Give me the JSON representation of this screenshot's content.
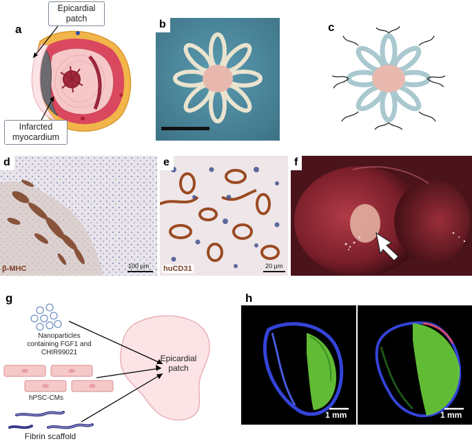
{
  "panels": {
    "a": {
      "letter": "a",
      "callout_top": "Epicardial patch",
      "callout_bottom": "Infarcted myocardium"
    },
    "b": {
      "letter": "b"
    },
    "c": {
      "letter": "c"
    },
    "d": {
      "letter": "d",
      "stain": "β-MHC",
      "scale": "100 μm"
    },
    "e": {
      "letter": "e",
      "stain": "huCD31",
      "scale": "20 μm"
    },
    "f": {
      "letter": "f"
    },
    "g": {
      "letter": "g",
      "nanoparticles": "Nanoparticles containing FGF1 and CHIR99021",
      "cells": "hPSC-CMs",
      "scaffold": "Fibrin scaffold",
      "patch": "Epicardial patch"
    },
    "h": {
      "letter": "h",
      "scale_left": "1 mm",
      "scale_right": "1 mm"
    }
  },
  "colors": {
    "patch_fill": "#fbe3e6",
    "heart_tissue": "#d9485e",
    "fat_layer": "#f2b54a",
    "gfp_green": "#6ccf3a",
    "dapi_blue": "#3444d8"
  }
}
